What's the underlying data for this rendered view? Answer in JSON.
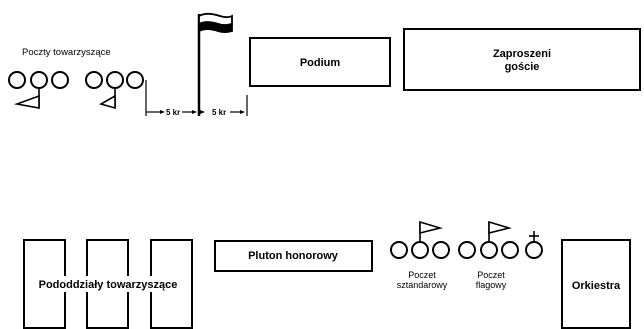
{
  "top_row": {
    "escort_label": "Poczty towarzyszące",
    "podium_label": "Podium",
    "guests_label_line1": "Zaproszeni",
    "guests_label_line2": "goście",
    "spacing_left": "5 kr",
    "spacing_right": "5 kr"
  },
  "bottom_row": {
    "units_label": "Pododdziały towarzyszące",
    "platoon_label": "Pluton honorowy",
    "standard_label_line1": "Poczet",
    "standard_label_line2": "sztandarowy",
    "flag_label_line1": "Poczet",
    "flag_label_line2": "flagowy",
    "orchestra_label": "Orkiestra"
  },
  "flag_colors": {
    "top": "#ffffff",
    "bottom": "#000000"
  }
}
